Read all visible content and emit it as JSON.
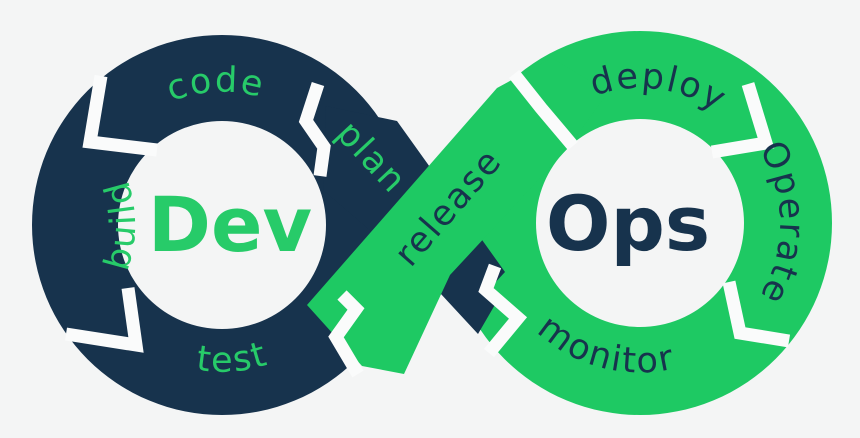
{
  "diagram": {
    "name": "DevOps infinity loop",
    "left_loop": {
      "center_label": "Dev",
      "steps": {
        "top": "code",
        "left": "build",
        "bottom": "test",
        "band": "plan"
      }
    },
    "right_loop": {
      "center_label": "Ops",
      "steps": {
        "top": "deploy",
        "right": "Operate",
        "bottom": "monitor",
        "band": "release"
      }
    },
    "colors": {
      "navy": "#17334d",
      "green": "#1ec963",
      "green_text": "#27cb69",
      "background": "#f4f5f5",
      "gap_white": "#fafbfb"
    }
  }
}
